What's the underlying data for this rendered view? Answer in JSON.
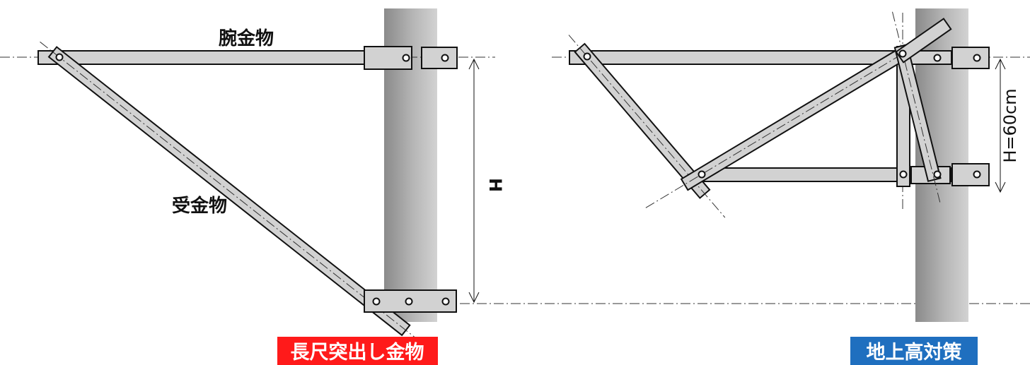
{
  "left_diagram": {
    "arm_label": "腕金物",
    "brace_label": "受金物",
    "height_label": "H",
    "badge": {
      "text": "長尺突出し金物",
      "color": "#ff1a1a"
    }
  },
  "right_diagram": {
    "height_label": "H=60cm",
    "badge": {
      "text": "地上高対策",
      "color": "#1f6fbf"
    }
  },
  "colors": {
    "metal_fill": "#d2d2d2",
    "outline": "#111111",
    "pole_dark": "#8a8a8a",
    "pole_light": "#c4c4c4"
  }
}
